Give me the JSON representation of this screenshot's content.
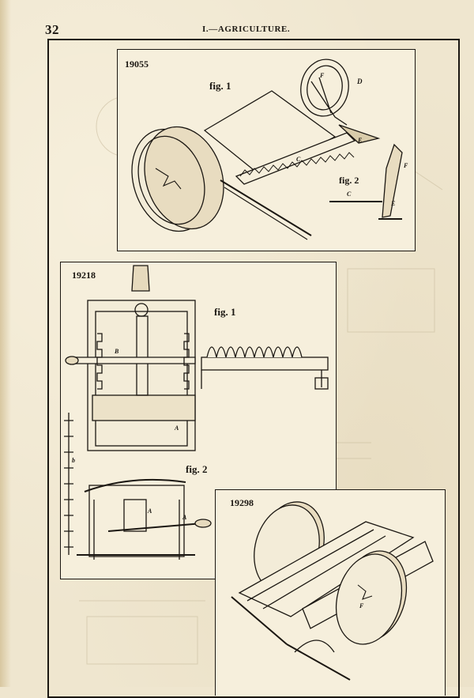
{
  "header": {
    "page_number": "32",
    "running_head": "I.—AGRICULTURE."
  },
  "panels": {
    "p19055": {
      "number": "19055",
      "fig1": "fig. 1",
      "fig2": "fig. 2",
      "letters": [
        "D",
        "F",
        "C",
        "E",
        "C",
        "F",
        "E"
      ]
    },
    "p19218": {
      "number": "19218",
      "fig1": "fig. 1",
      "fig2": "fig. 2",
      "letters": [
        "A",
        "b",
        "A",
        "A",
        "B"
      ]
    },
    "p19298": {
      "number": "19298",
      "letters": [
        "F"
      ]
    }
  }
}
